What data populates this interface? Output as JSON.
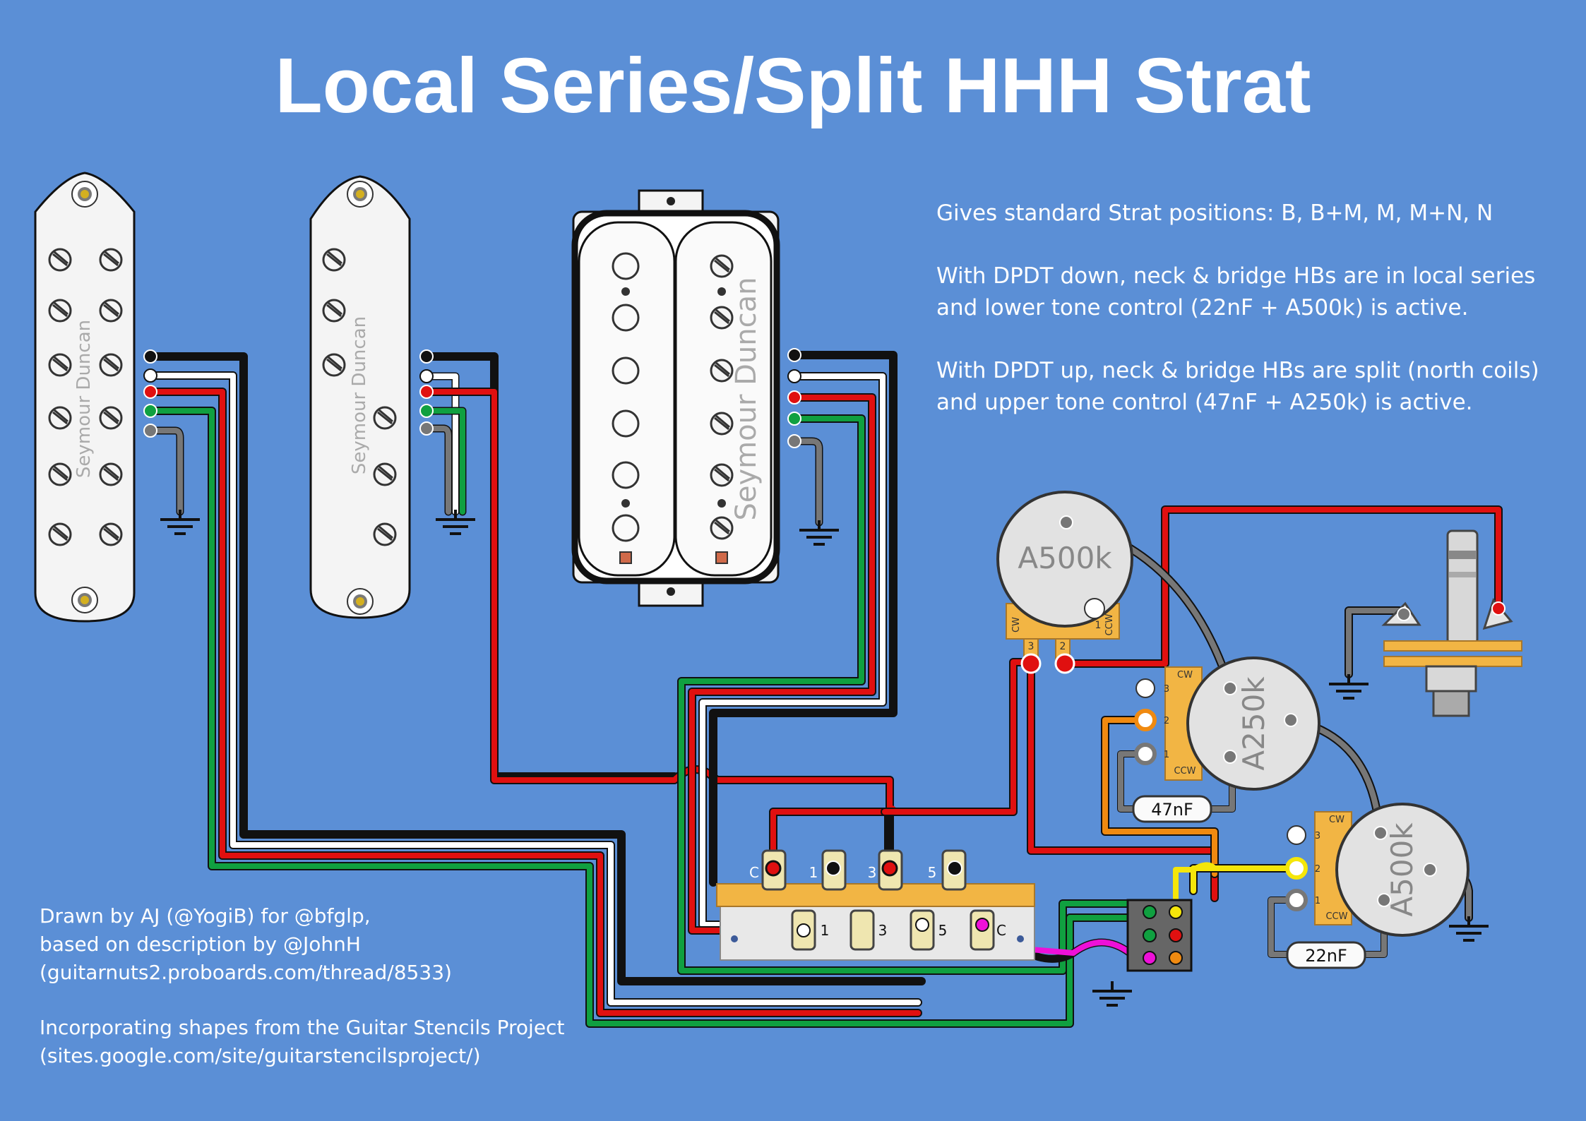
{
  "title": "Local Series/Split HHH Strat",
  "notes": [
    "Gives standard Strat positions:  B,  B+M,  M,  M+N,  N",
    "With DPDT down, neck & bridge HBs are in local series and lower tone control (22nF + A500k) is active.",
    "With DPDT up, neck & bridge HBs are split (north coils) and upper tone control (47nF + A250k) is active."
  ],
  "credits": {
    "drawn_by": [
      "Drawn by AJ (@YogiB) for @bfglp,",
      "based on description by @JohnH",
      "(guitarnuts2.proboards.com/thread/8533)"
    ],
    "stencils": [
      "Incorporating shapes from the Guitar Stencils Project",
      "(sites.google.com/site/guitarstencilsproject/)"
    ]
  },
  "pickups": {
    "brand": "Seymour Duncan",
    "items": [
      {
        "name": "neck-humbucker"
      },
      {
        "name": "middle-humbucker"
      },
      {
        "name": "bridge-humbucker"
      }
    ]
  },
  "pots": {
    "volume": {
      "label": "A500k",
      "terminals": [
        "CW",
        "3",
        "2",
        "1",
        "CCW"
      ]
    },
    "tone_upper": {
      "label": "A250k",
      "capacitor": "47nF",
      "terminals": [
        "CW",
        "3",
        "2",
        "1",
        "CCW"
      ]
    },
    "tone_lower": {
      "label": "A500k",
      "capacitor": "22nF",
      "terminals": [
        "CW",
        "3",
        "2",
        "1",
        "CCW"
      ]
    }
  },
  "switch": {
    "top_labels": [
      "C",
      "1",
      "3",
      "5"
    ],
    "bottom_labels": [
      "1",
      "3",
      "5",
      "C"
    ]
  },
  "colors": {
    "background": "#5b8fd6",
    "wire_black": "#111111",
    "wire_white": "#ffffff",
    "wire_red": "#e01010",
    "wire_green": "#10a040",
    "wire_bare": "#777777",
    "wire_yellow": "#f5e60a",
    "wire_orange": "#f08a10",
    "wire_magenta": "#ee10d8",
    "pot_lug": "#f2b544"
  },
  "icons": [
    "ground-icon",
    "pole-screw-icon",
    "solder-point-icon"
  ]
}
